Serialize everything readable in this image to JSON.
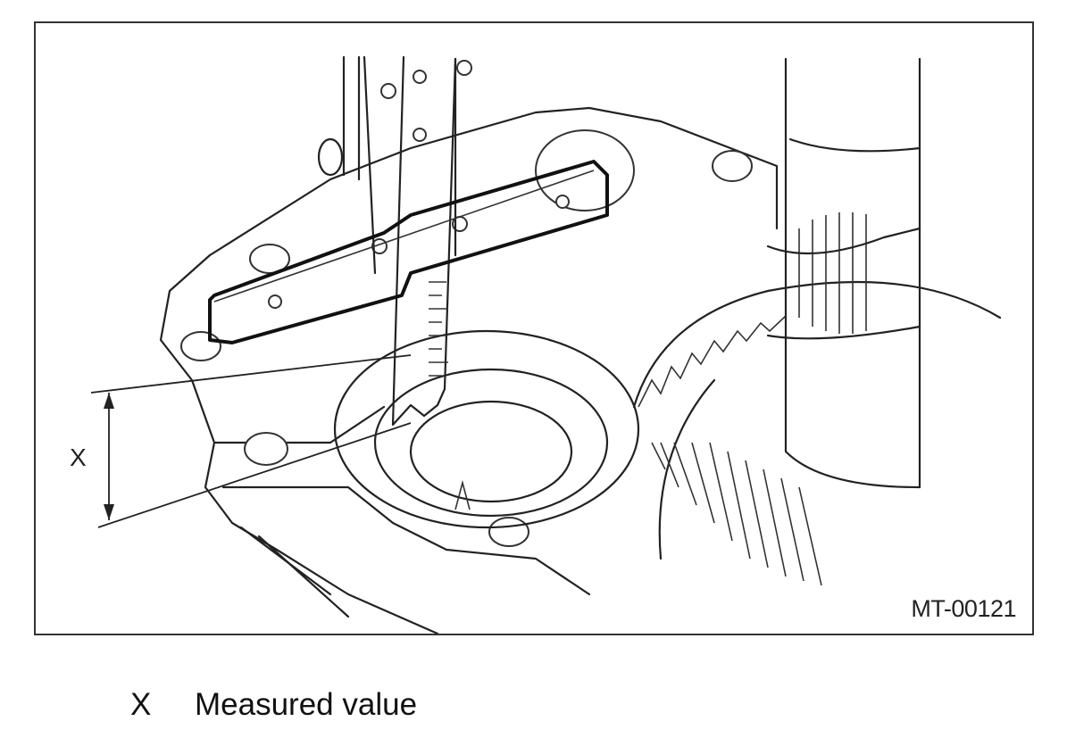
{
  "figure": {
    "code": "MT-00121",
    "dimension_label": "X"
  },
  "legend": {
    "symbol": "X",
    "text": "Measured value"
  }
}
